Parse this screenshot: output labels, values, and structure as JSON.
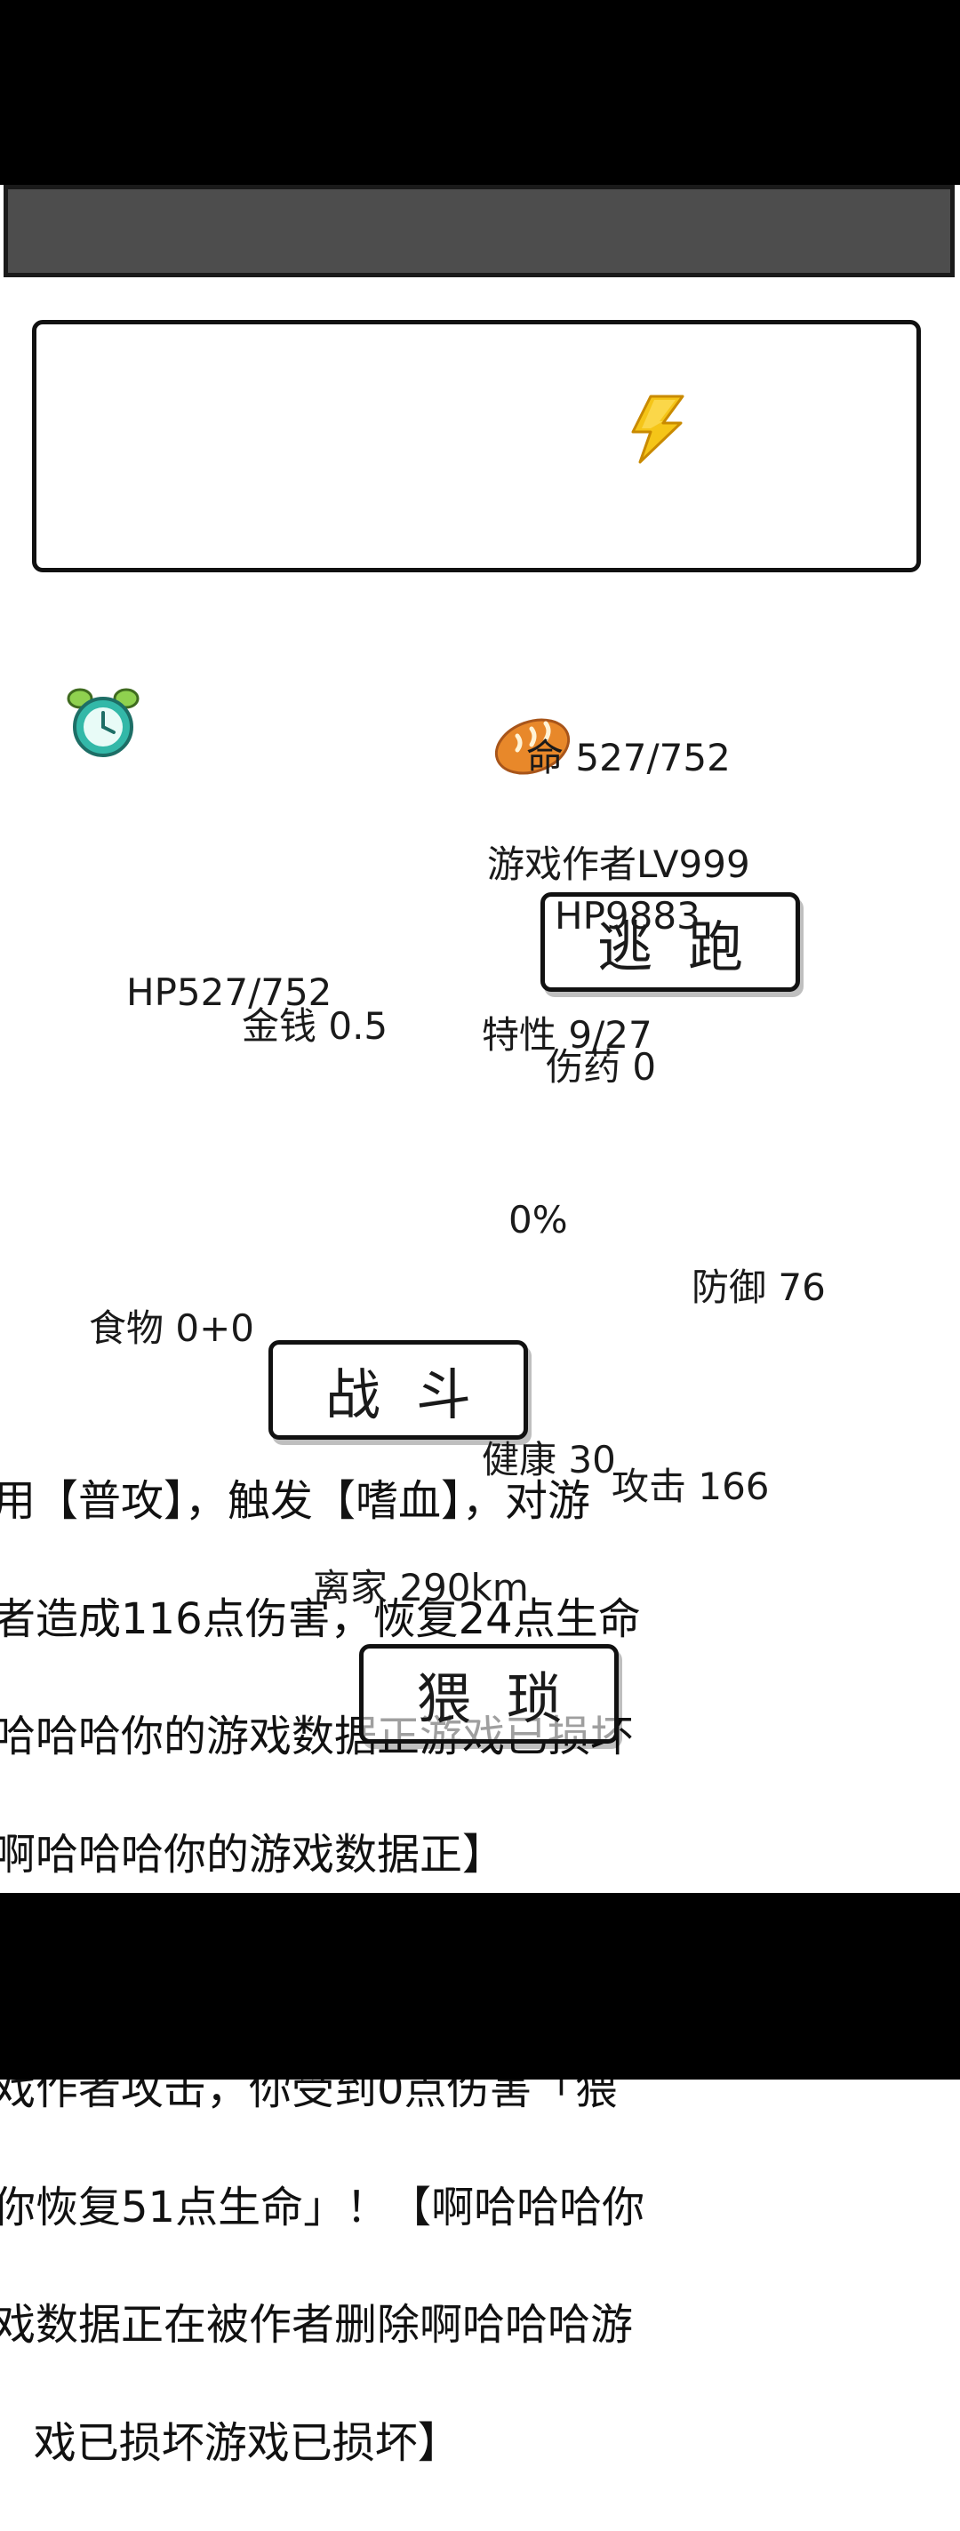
{
  "top_panel": {
    "title": ""
  },
  "icons": {
    "energy": "lightning-icon",
    "clock": "alarm-clock-icon",
    "food": "bread-icon"
  },
  "stats": {
    "life": "命 527/752",
    "enemy_name": "游戏作者LV999",
    "enemy_hp": "HP9883",
    "player_hp": "HP527/752",
    "money": "金钱 0.5",
    "trait": "特性 9/27",
    "medicine": "伤药 0",
    "percent": "0%",
    "defense": "防御 76",
    "food": "食物 0+0",
    "health": "健康 30",
    "attack": "攻击 166",
    "distance": "离家 290km"
  },
  "buttons": {
    "escape": "逃跑",
    "fight": "战斗",
    "wretched": "猥琐"
  },
  "battle_log": [
    "用【普攻】，触发【嗜血】，对游",
    "者造成116点伤害，恢复24点生命",
    "哈哈哈你的游戏数据正游戏已损坏",
    "啊哈哈哈你的游戏数据正】",
    "",
    "戏作者攻击，你受到0点伤害「猥",
    "你恢复51点生命」！【啊哈哈哈你",
    "戏数据正在被作者删除啊哈哈哈游",
    "   戏已损坏游戏已损坏】"
  ]
}
